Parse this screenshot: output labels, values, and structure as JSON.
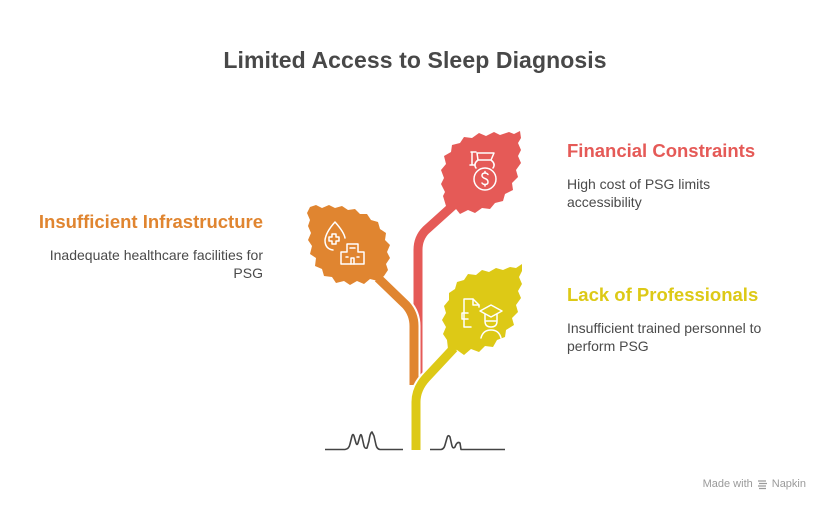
{
  "title": "Limited Access to Sleep Diagnosis",
  "colors": {
    "financial": "#E55A57",
    "infrastructure": "#E08530",
    "professionals": "#DDC916",
    "ground": "#444444",
    "title": "#484848",
    "text": "#4a4a4a"
  },
  "items": [
    {
      "id": "financial",
      "heading": "Financial Constraints",
      "description": "High cost of PSG limits accessibility",
      "icon": "money-bag-icon",
      "side": "right"
    },
    {
      "id": "infrastructure",
      "heading": "Insufficient Infrastructure",
      "description": "Inadequate healthcare facilities for PSG",
      "icon": "hospital-icon",
      "side": "left"
    },
    {
      "id": "professionals",
      "heading": "Lack of Professionals",
      "description": "Insufficient trained personnel to perform PSG",
      "icon": "graduate-document-icon",
      "side": "right"
    }
  ],
  "footer": {
    "prefix": "Made with",
    "brand": "Napkin"
  }
}
